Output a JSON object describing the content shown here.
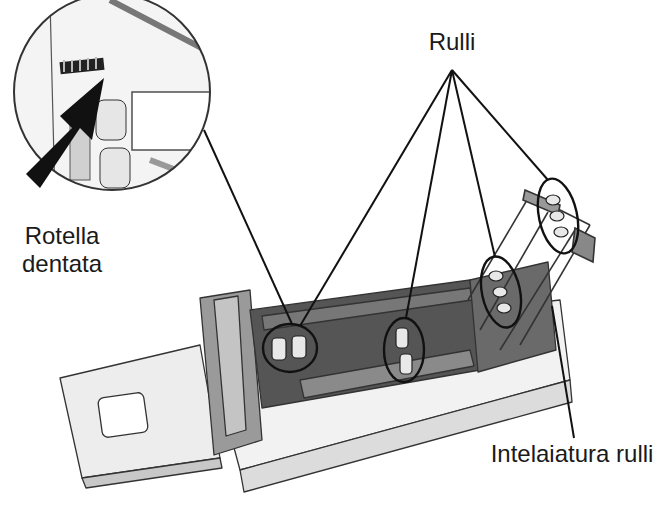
{
  "diagram": {
    "labels": [
      "Rulli",
      "Rotella dentata",
      "Intelaiatura rulli"
    ]
  }
}
